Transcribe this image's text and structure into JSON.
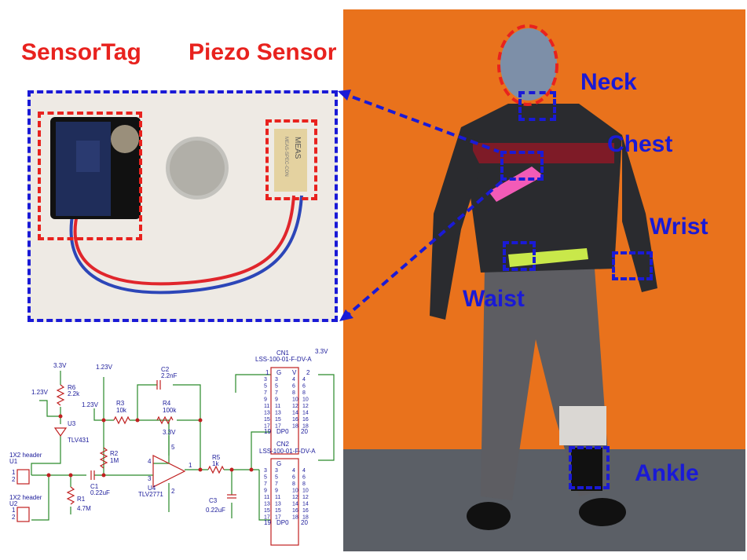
{
  "titles": {
    "sensortag": "SensorTag",
    "piezo": "Piezo Sensor"
  },
  "body_labels": {
    "neck": "Neck",
    "chest": "Chest",
    "wrist": "Wrist",
    "waist": "Waist",
    "ankle": "Ankle"
  },
  "photo_text": {
    "piezo_brand": "MEAS",
    "piezo_model": "MEAS-SPEC-CON"
  },
  "schematic": {
    "v33_a": "3.3V",
    "v123_a": "1.23V",
    "v123_b": "1.23V",
    "v123_c": "1.23V",
    "v33_b": "3.3V",
    "v33_c": "3.3V",
    "r6": "R6",
    "r6_val": "2.2k",
    "u3": "U3",
    "u3_part": "TLV431",
    "header1": "1X2 header",
    "u1": "U1",
    "header2": "1X2 header",
    "u2": "U2",
    "r1": "R1",
    "r1_val": "4.7M",
    "r2": "R2",
    "r2_val": "1M",
    "c1": "C1",
    "c1_val": "0.22uF",
    "r3": "R3",
    "r3_val": "10k",
    "c2": "C2",
    "c2_val": "2.2nF",
    "r4": "R4",
    "r4_val": "100k",
    "u4": "U4",
    "u4_part": "TLV2771",
    "r5": "R5",
    "r5_val": "1k",
    "c3": "C3",
    "c3_val": "0.22uF",
    "cn1": "CN1",
    "cn1_part": "LSS-100-01-F-DV-A",
    "cn2": "CN2",
    "cn2_part": "LSS-100-01-F-DV-A",
    "pin_g": "G",
    "pin_v": "V",
    "pin_dp0": "DP0",
    "pin_20": "20",
    "pin_19": "19",
    "pin_1": "1",
    "pin_2": "2",
    "opamp_pin_1": "1",
    "opamp_pin_2": "2",
    "opamp_pin_3": "3",
    "opamp_pin_4": "4",
    "opamp_pin_5": "5",
    "conn_left_pins": [
      "3",
      "5",
      "7",
      "9",
      "11",
      "13",
      "15",
      "17"
    ],
    "conn_inner_left": [
      "3",
      "5",
      "7",
      "9",
      "11",
      "13",
      "15",
      "17"
    ],
    "conn_inner_right": [
      "4",
      "6",
      "8",
      "10",
      "12",
      "14",
      "16",
      "18"
    ],
    "conn_right_pins": [
      "4",
      "6",
      "8",
      "10",
      "12",
      "14",
      "16",
      "18"
    ]
  }
}
